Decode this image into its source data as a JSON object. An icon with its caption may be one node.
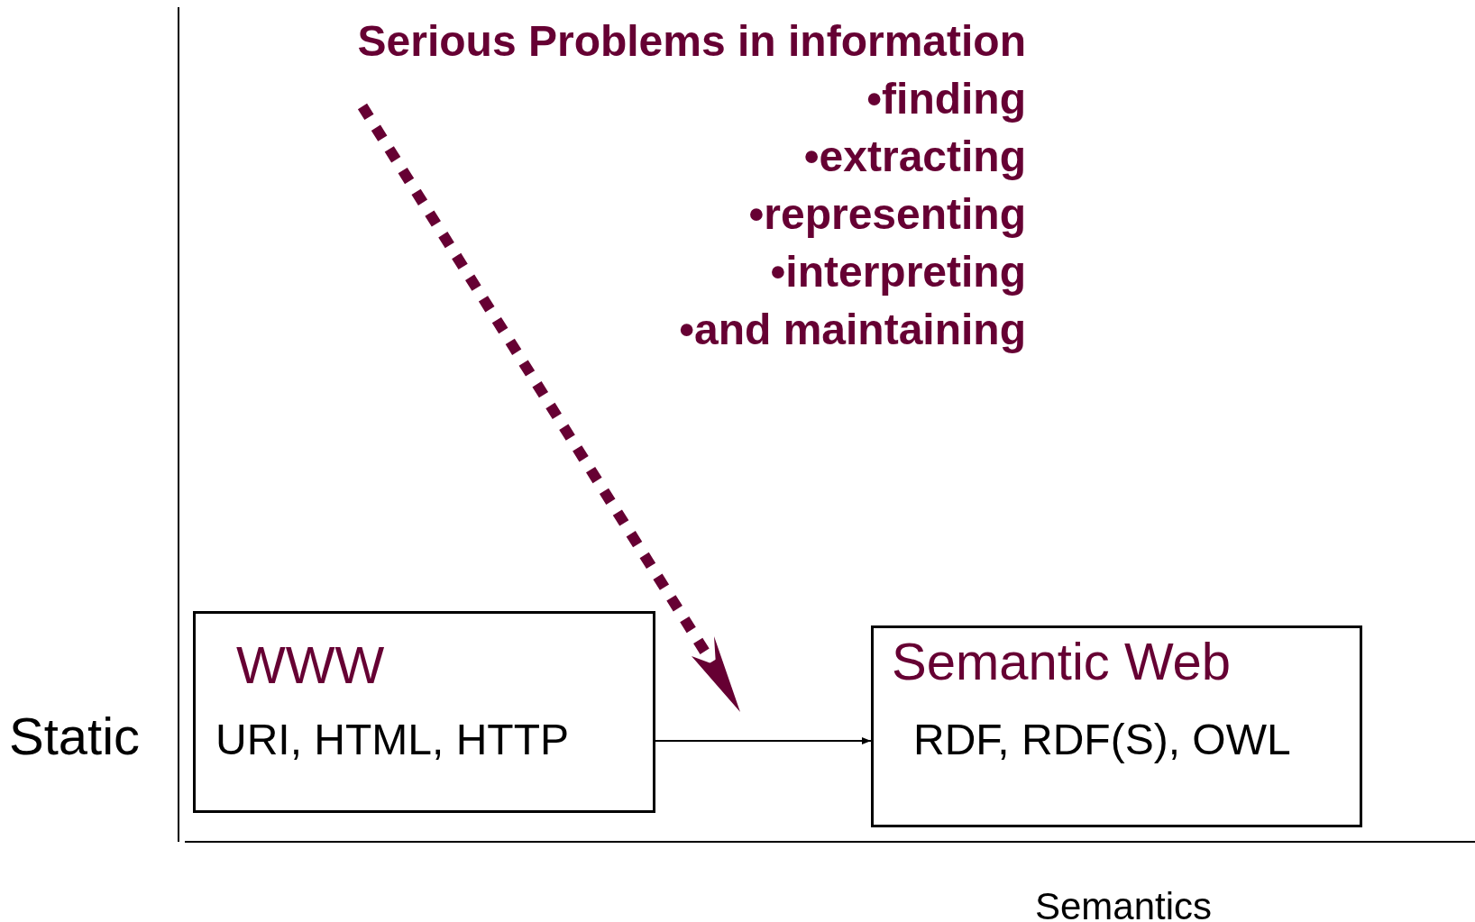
{
  "diagram": {
    "nodes": [
      {
        "text": [
          "Serious Problems in information",
          "•finding",
          "•extracting",
          "•representing",
          "•interpreting",
          "•and maintaining"
        ]
      },
      {
        "text": [
          "WWW",
          "URI, HTML, HTTP"
        ]
      },
      {
        "text": [
          "Semantic Web",
          "RDF, RDF(S), OWL"
        ]
      }
    ],
    "edges": [
      {
        "from": 1,
        "to": 2,
        "arrow": "to"
      }
    ],
    "labels": [
      "Static",
      "Semantics"
    ]
  }
}
